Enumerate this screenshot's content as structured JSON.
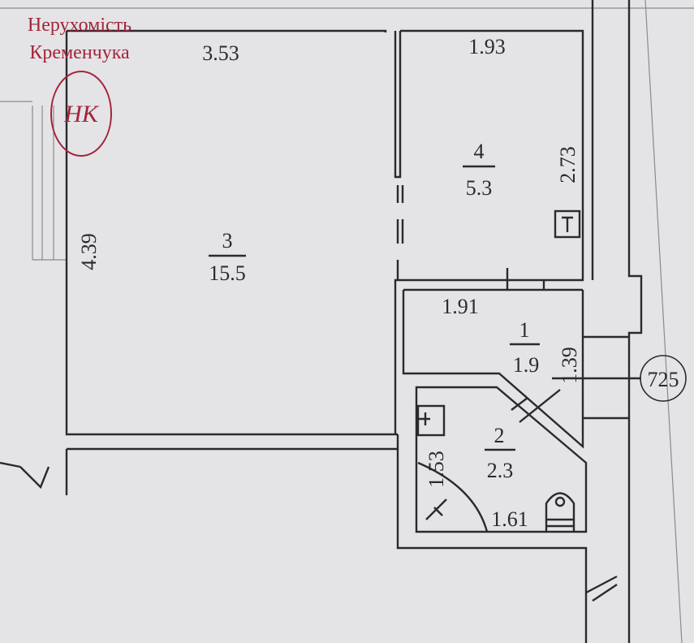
{
  "watermark": {
    "line1": "Нерухомість",
    "line2": "Кременчука",
    "monogram": "НК"
  },
  "rooms": [
    {
      "number": "3",
      "area": "15.5"
    },
    {
      "number": "4",
      "area": "5.3"
    },
    {
      "number": "1",
      "area": "1.9"
    },
    {
      "number": "2",
      "area": "2.3"
    }
  ],
  "dimensions": {
    "room3_width": "3.53",
    "room3_height": "4.39",
    "room4_width": "1.93",
    "room4_height": "2.73",
    "room1_width": "1.91",
    "room1_height": "1.39",
    "room2_width": "1.61",
    "room2_height": "1.53"
  },
  "level_marker": "725"
}
